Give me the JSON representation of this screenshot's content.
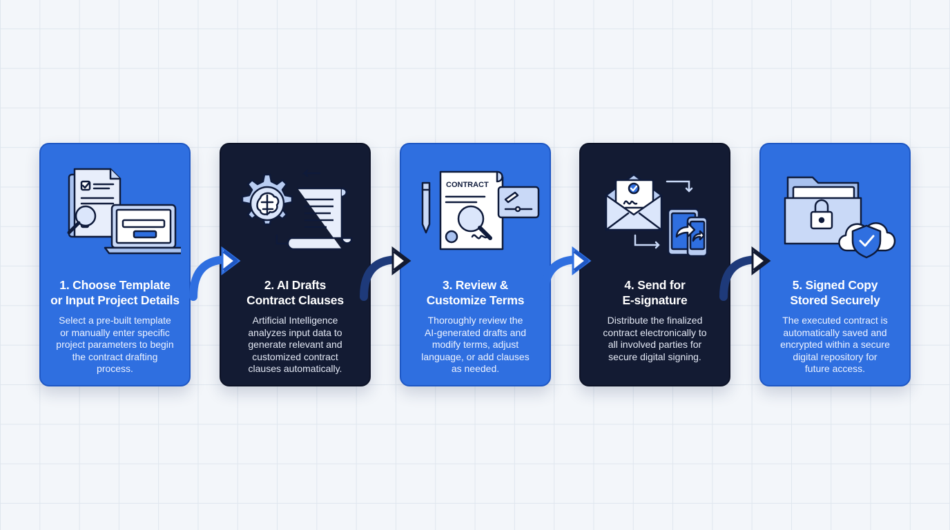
{
  "steps": [
    {
      "title_lines": [
        "1. Choose Template",
        "or Input Project Details"
      ],
      "desc_lines": [
        "Select a pre-built template",
        "or manually enter specific",
        "project parameters to begin",
        "the contract drafting",
        "process."
      ]
    },
    {
      "title_lines": [
        "2. AI Drafts",
        "Contract Clauses"
      ],
      "desc_lines": [
        "Artificial Intelligence",
        "analyzes input data to",
        "generate relevant and",
        "customized contract",
        "clauses automatically."
      ]
    },
    {
      "title_lines": [
        "3. Review &",
        "Customize Terms"
      ],
      "desc_lines": [
        "Thoroughly review the",
        "AI-generated drafts and",
        "modify terms, adjust",
        "language, or add clauses",
        "as needed."
      ],
      "icon_label": "CONTRACT"
    },
    {
      "title_lines": [
        "4. Send for",
        "E-signature"
      ],
      "desc_lines": [
        "Distribute the finalized",
        "contract electronically to",
        "all involved parties for",
        "secure digital signing."
      ]
    },
    {
      "title_lines": [
        "5. Signed Copy",
        "Stored Securely"
      ],
      "desc_lines": [
        "The executed contract is",
        "automatically saved and",
        "encrypted within a secure",
        "digital repository for",
        "future access."
      ]
    }
  ],
  "colors": {
    "card_blue": "#2f6fe0",
    "card_dark": "#131b33",
    "icon_fill": "#c9d9f7",
    "icon_stroke": "#0e1a3a",
    "icon_accent": "#2f6fe0"
  }
}
